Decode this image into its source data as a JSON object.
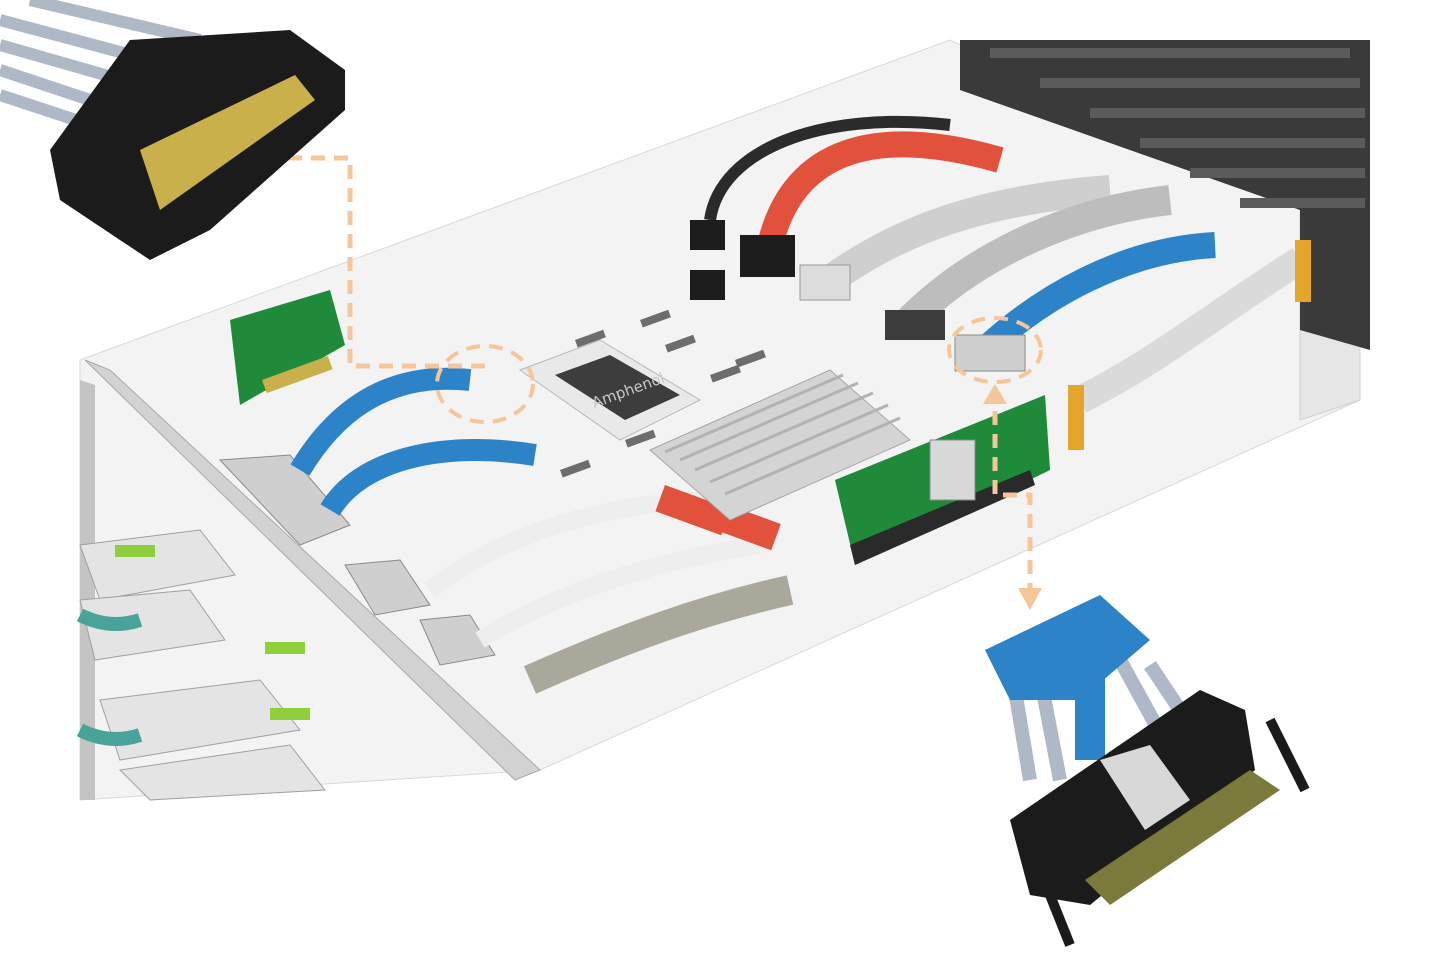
{
  "chip": {
    "brand": "Amphenol"
  },
  "colors": {
    "background": "#ffffff",
    "pcb_green": "#1f8a3a",
    "cable_blue": "#2d83c8",
    "cable_red": "#e2513c",
    "cable_gray": "#c9c9c9",
    "callout_dash": "#f5c69a",
    "connector_black": "#1b1b1b",
    "gold_pins": "#c9b04a"
  },
  "callouts": [
    {
      "name": "left-connector-callout",
      "target": "top-left-connector-inset"
    },
    {
      "name": "right-connector-callout",
      "target": "bottom-right-connector-inset"
    }
  ]
}
